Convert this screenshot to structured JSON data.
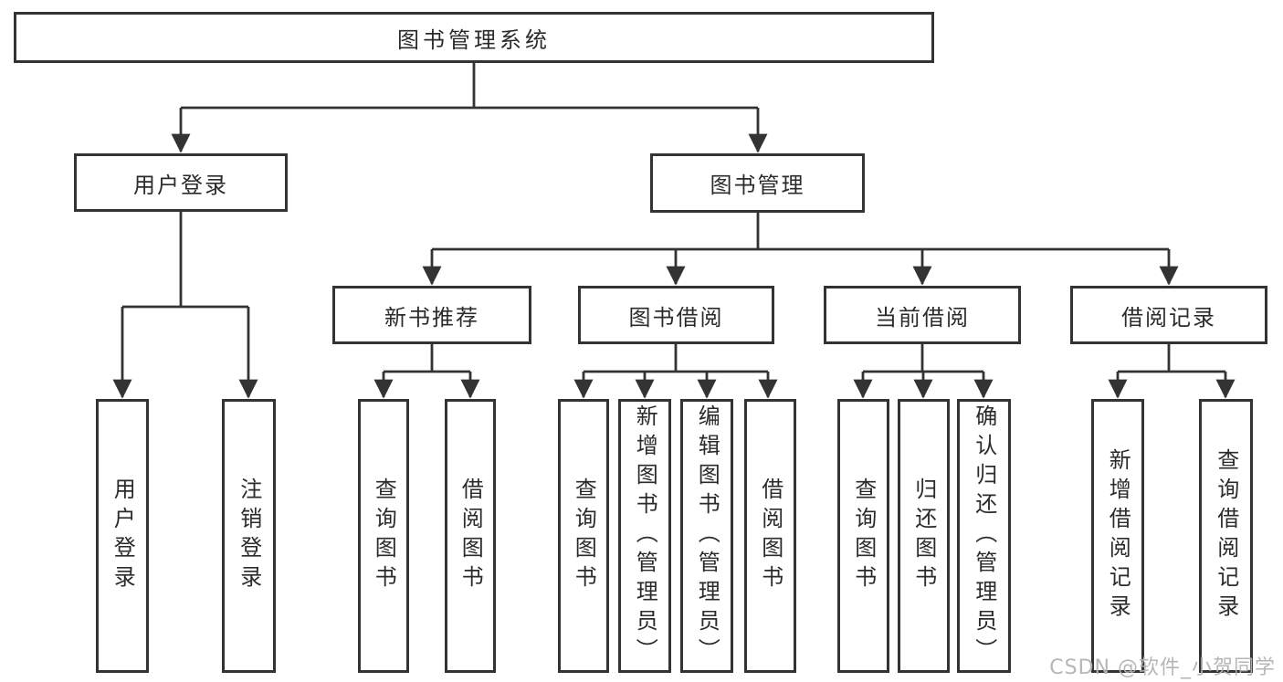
{
  "diagram_title": "图书管理系统",
  "tree": {
    "label": "图书管理系统",
    "children": [
      {
        "label": "用户登录",
        "children": [
          {
            "label": "用户登录"
          },
          {
            "label": "注销登录"
          }
        ]
      },
      {
        "label": "图书管理",
        "children": [
          {
            "label": "新书推荐",
            "children": [
              {
                "label": "查询图书"
              },
              {
                "label": "借阅图书"
              }
            ]
          },
          {
            "label": "图书借阅",
            "children": [
              {
                "label": "查询图书"
              },
              {
                "label": "新增图书（管理员）"
              },
              {
                "label": "编辑图书（管理员）"
              },
              {
                "label": "借阅图书"
              }
            ]
          },
          {
            "label": "当前借阅",
            "children": [
              {
                "label": "查询图书"
              },
              {
                "label": "归还图书"
              },
              {
                "label": "确认归还（管理员）"
              }
            ]
          },
          {
            "label": "借阅记录",
            "children": [
              {
                "label": "新增借阅记录"
              },
              {
                "label": "查询借阅记录"
              }
            ]
          }
        ]
      }
    ]
  },
  "watermark": {
    "text": "CSDN @软件_小贺同学"
  },
  "colors": {
    "line": "#333333",
    "text": "#2b2b2b",
    "background": "#ffffff",
    "watermark": "#b2b2b2"
  }
}
